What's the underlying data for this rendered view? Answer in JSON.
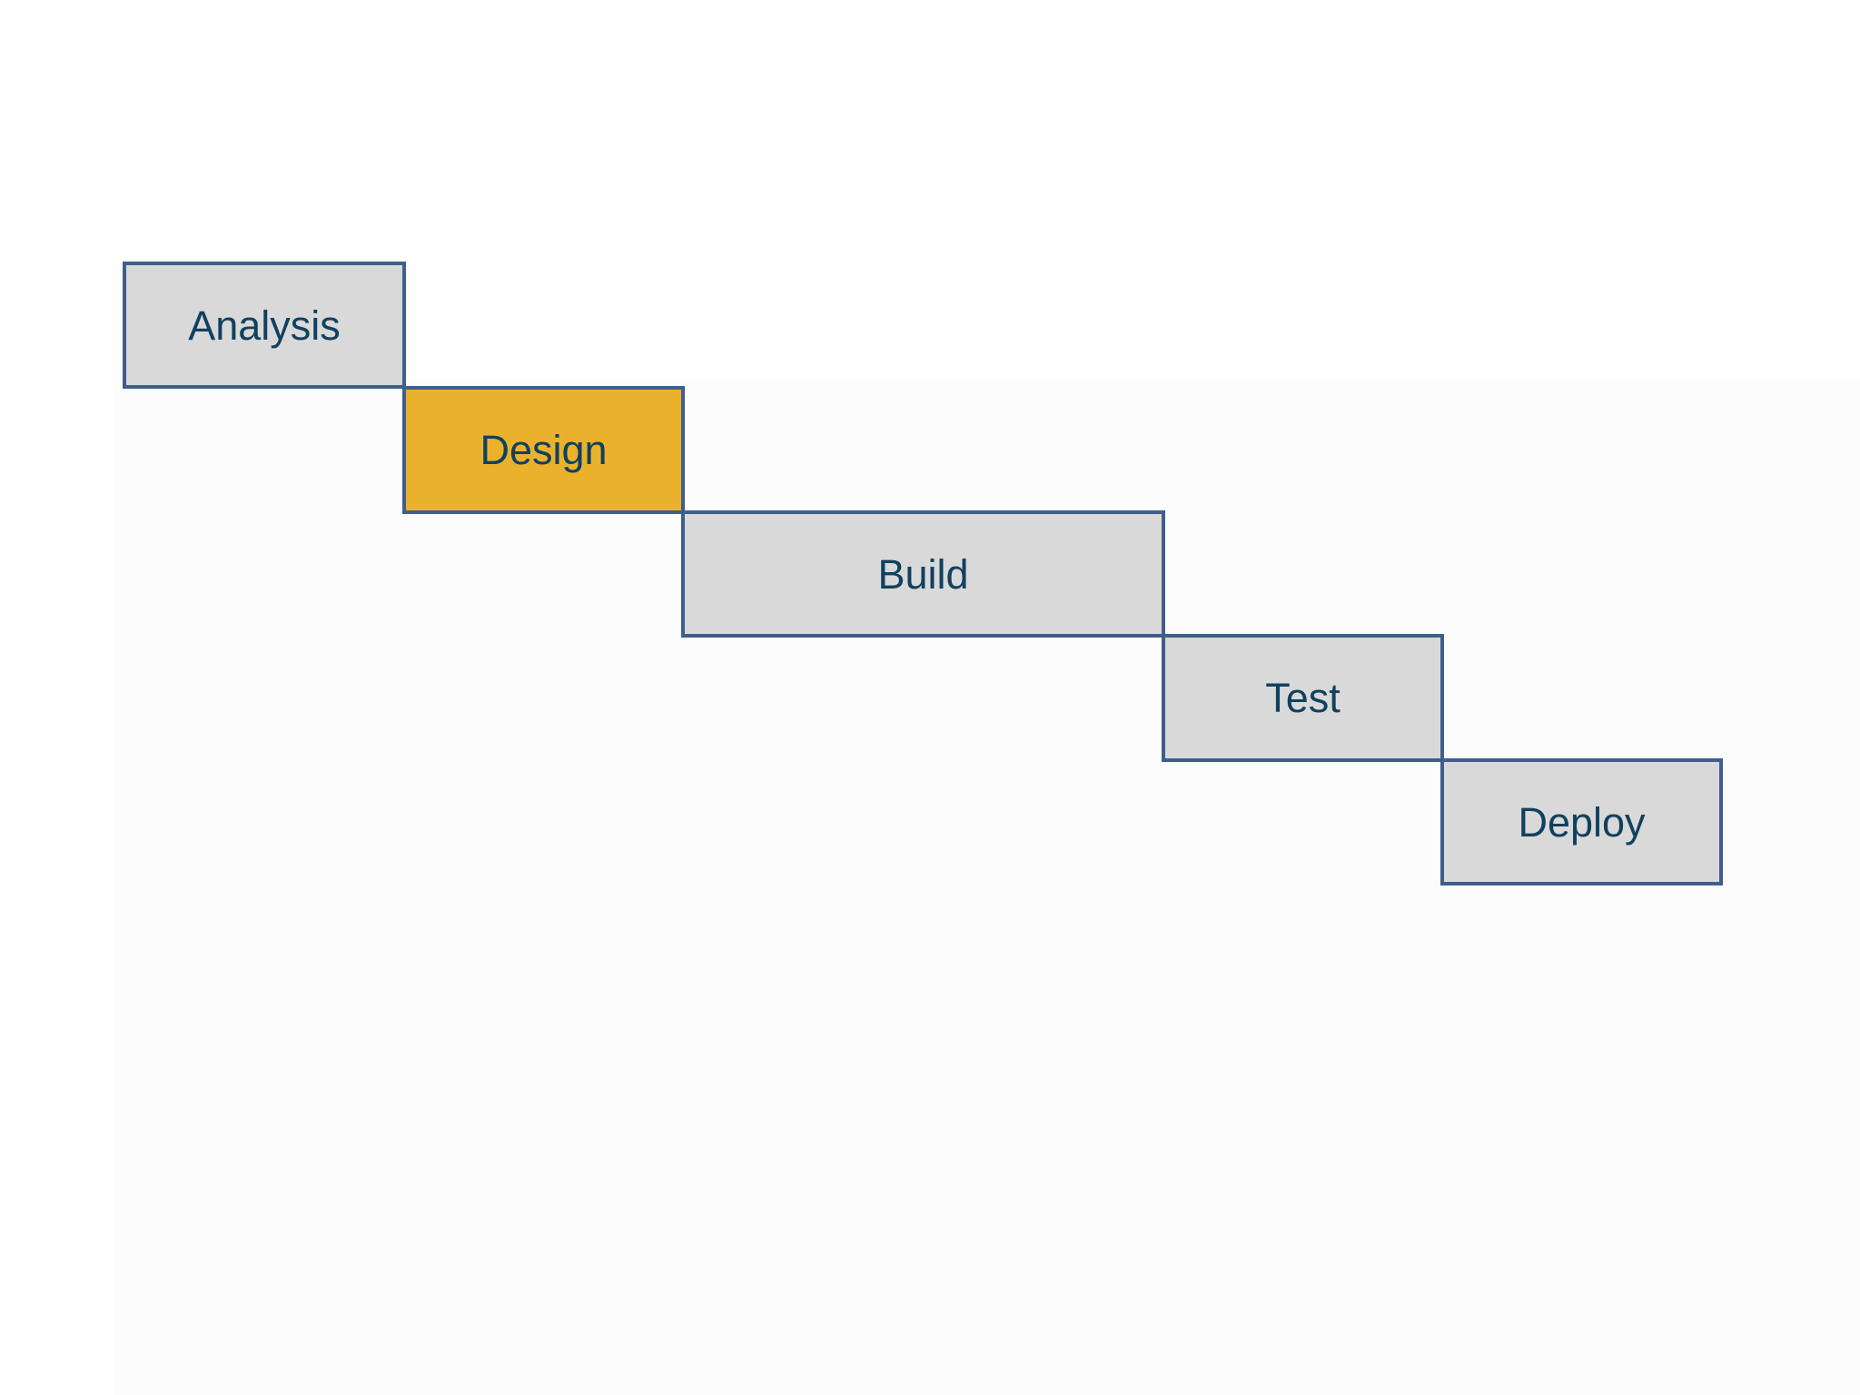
{
  "diagram": {
    "stages": [
      {
        "label": "Analysis",
        "highlighted": false
      },
      {
        "label": "Design",
        "highlighted": true
      },
      {
        "label": "Build",
        "highlighted": false
      },
      {
        "label": "Test",
        "highlighted": false
      },
      {
        "label": "Deploy",
        "highlighted": false
      }
    ]
  },
  "colors": {
    "box_fill": "#d9d9d9",
    "highlight_fill": "#eab22c",
    "border": "#3f5e8c",
    "text": "#10415f"
  }
}
